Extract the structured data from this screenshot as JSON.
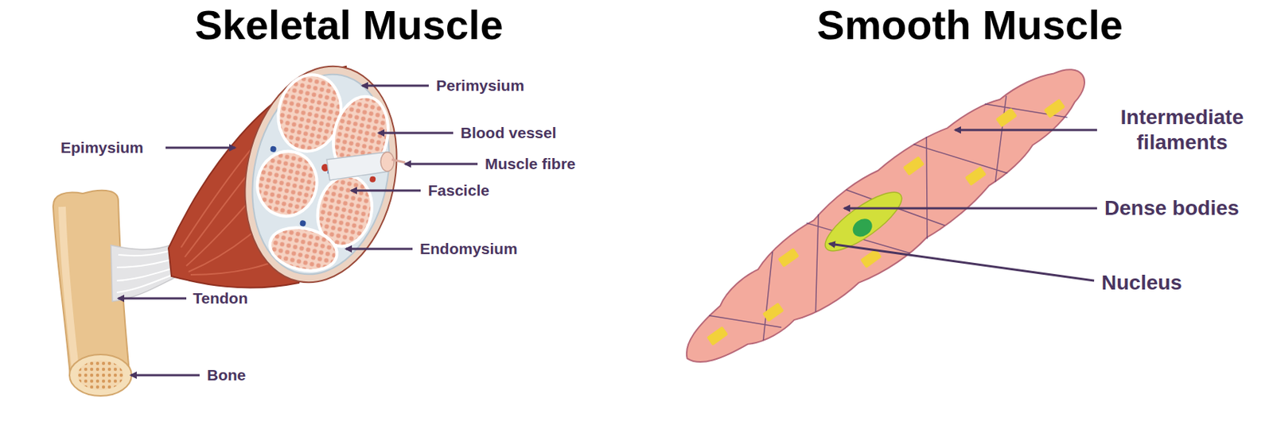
{
  "diagram": {
    "labels": [
      "Skeletal Muscle",
      "Smooth Muscle",
      "Perimysium",
      "Blood vessel",
      "Muscle fibre",
      "Epimysium",
      "Fascicle",
      "Endomysium",
      "Tendon",
      "Bone",
      "Intermediate filaments",
      "Dense bodies",
      "Nucleus"
    ]
  }
}
